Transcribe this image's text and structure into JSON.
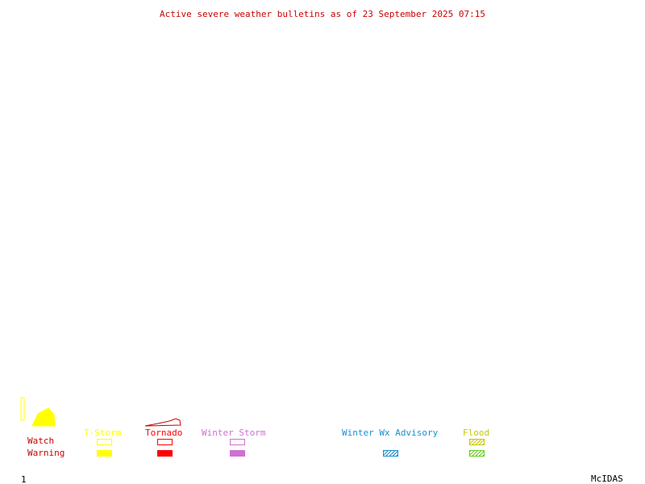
{
  "title": "Active severe weather bulletins as of 23 September 2025 07:15",
  "colors": {
    "title": "#cc0000",
    "row_label": "#cc0000",
    "tstorm": "#ffff00",
    "tornado": "#ff0000",
    "winter_storm": "#d070d0",
    "winter_wx_advisory": "#1a90d0",
    "flood": "#c8c800",
    "flood_warning": "#66cc22",
    "footer": "#000000"
  },
  "legend": {
    "rows": {
      "watch": "Watch",
      "warning": "Warning"
    },
    "categories": {
      "tstorm": "T-Storm",
      "tornado": "Tornado",
      "winter_storm": "Winter Storm",
      "winter_wx_advisory": "Winter Wx Advisory",
      "flood": "Flood"
    }
  },
  "footer": {
    "frame_number": "1",
    "software": "McIDAS"
  },
  "icons": [
    "tornado-funnel-icon",
    "tstorm-polygon-icon"
  ]
}
